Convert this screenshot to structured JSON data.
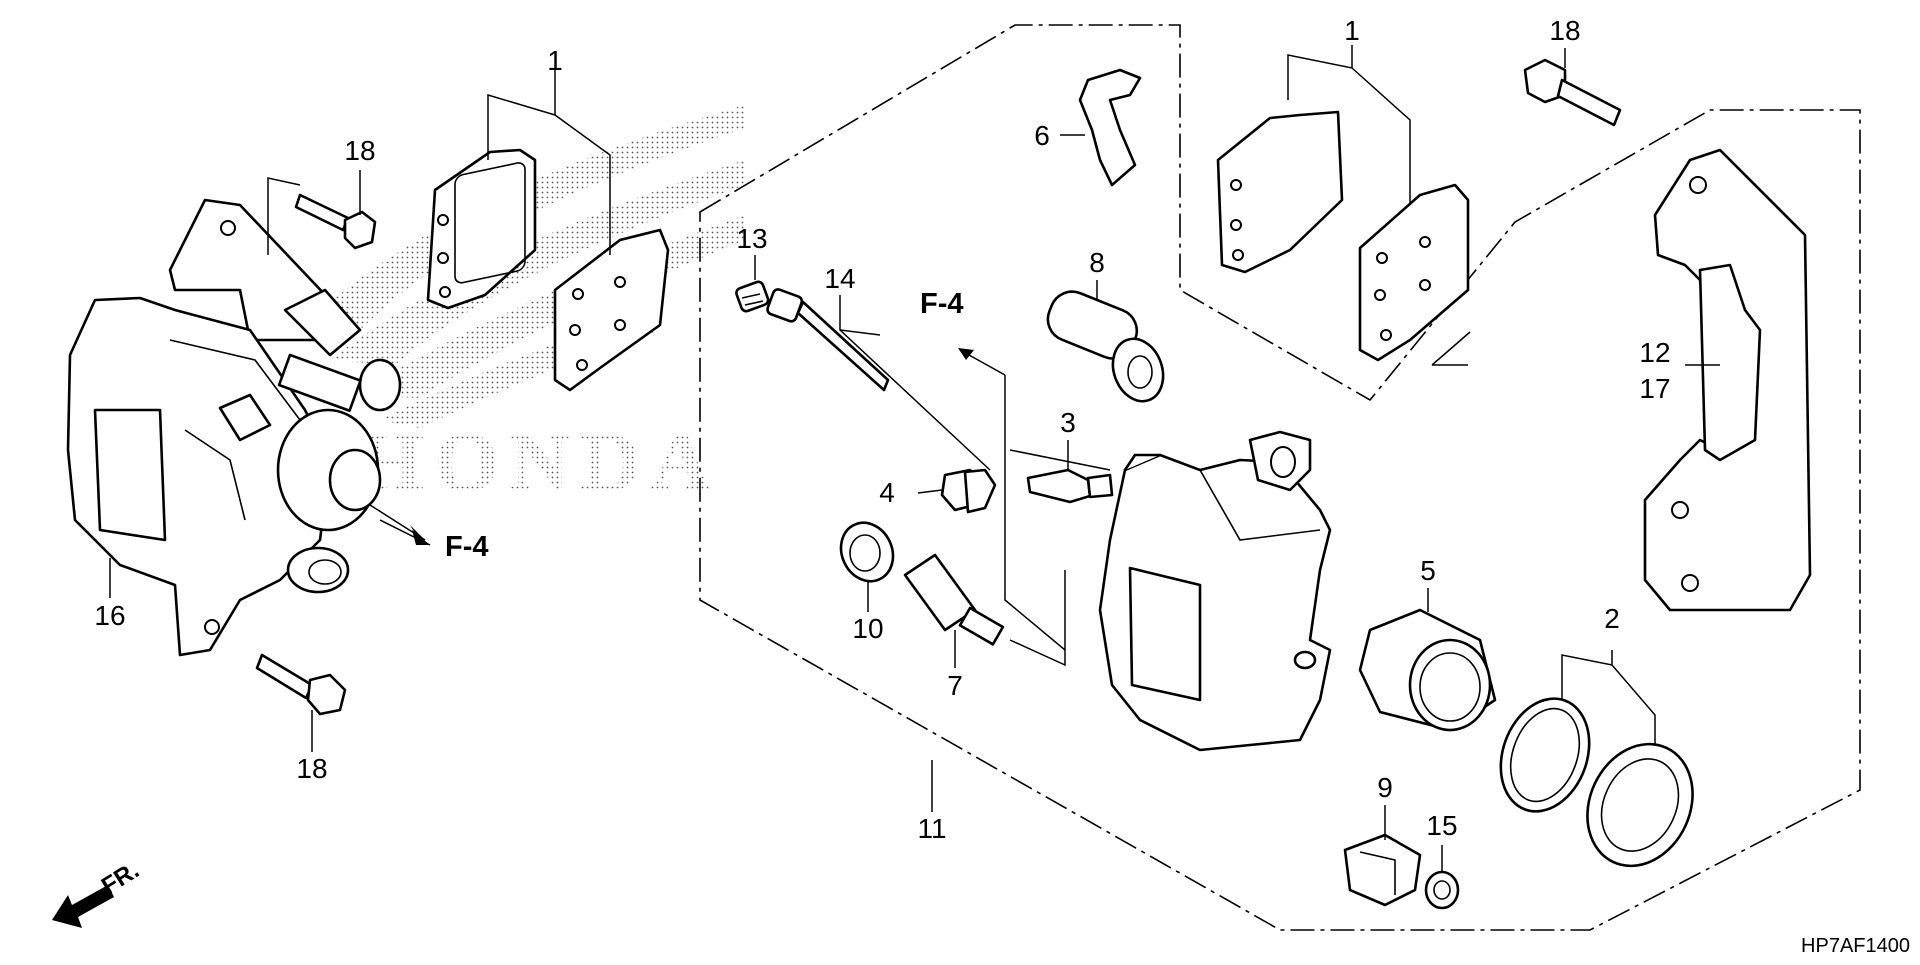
{
  "diagram": {
    "drawing_code": "HP7AF1400",
    "front_marker": "FR.",
    "view_refs": [
      "F-4",
      "F-4"
    ],
    "watermark": "HONDA",
    "callouts": {
      "left_pads": "1",
      "left_bolt_top": "18",
      "left_caliper": "16",
      "left_bolt_bottom": "18",
      "right_pads": "1",
      "right_bolt": "18",
      "pad_spring": "6",
      "bushing": "8",
      "bleeder": "3",
      "bleeder_cap": "4",
      "boot_13": "13",
      "pin_14": "14",
      "boot_10": "10",
      "pin_7": "7",
      "piston": "5",
      "seals": "2",
      "bracket_a": "12",
      "bracket_b": "17",
      "caliper_assy": "11",
      "boot_9": "9",
      "washer": "15"
    }
  }
}
